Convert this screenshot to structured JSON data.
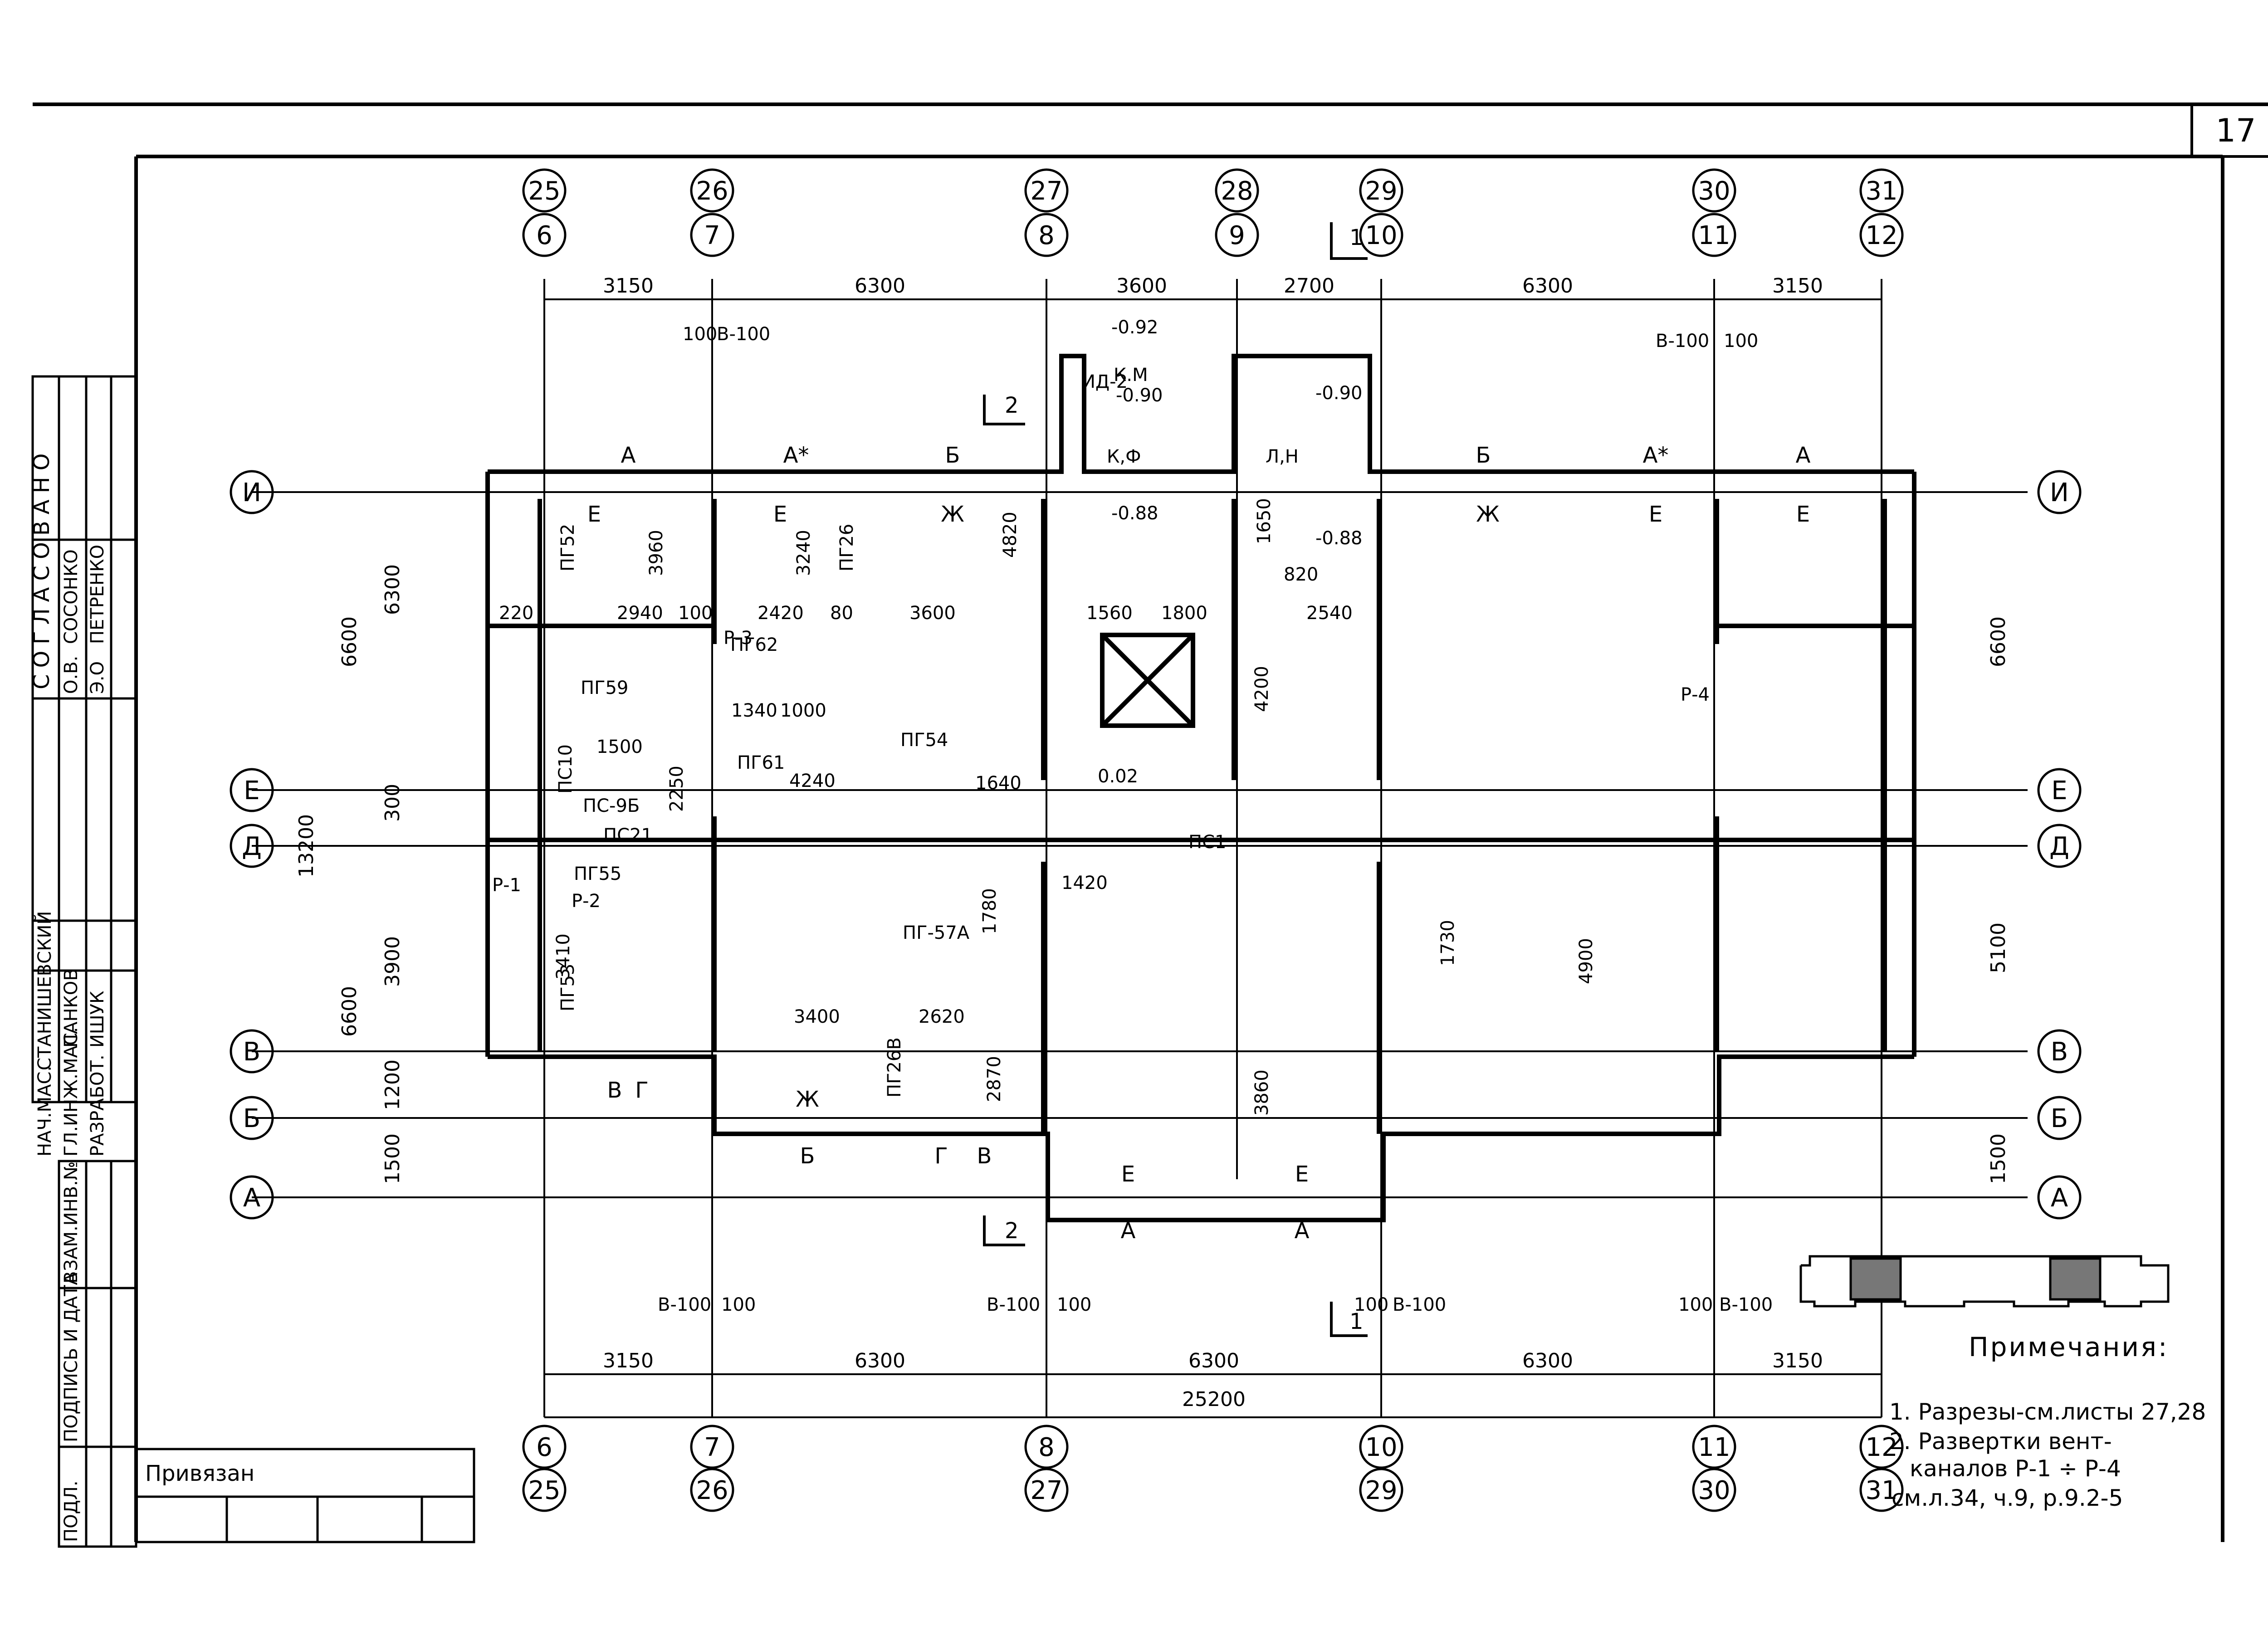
{
  "sheet_number": "17",
  "stamp_left": {
    "heading": "СОГЛАСОВАНО",
    "rows": [
      {
        "role": "О.В.",
        "name": "СОСОНКО"
      },
      {
        "role": "Э.О",
        "name": "ПЕТРЕНКО"
      }
    ]
  },
  "title_block_left": {
    "roles": [
      "НАЧ.МАС.",
      "ГЛ.ИНЖ.МАС.",
      "РАЗРАБОТ."
    ],
    "names": [
      "СТАНИШЕВСКИЙ",
      "ПАНКОВ",
      "ИШУК"
    ],
    "inv_labels": [
      "ВЗАМ.ИНВ.№",
      "ПОДПИСЬ И ДАТА",
      "ПОДЛ."
    ]
  },
  "bound_label": "Привязан",
  "top_axes": [
    {
      "a": "25",
      "b": "6"
    },
    {
      "a": "26",
      "b": "7"
    },
    {
      "a": "27",
      "b": "8"
    },
    {
      "a": "28",
      "b": "9"
    },
    {
      "a": "29",
      "b": "10"
    },
    {
      "a": "30",
      "b": "11"
    },
    {
      "a": "31",
      "b": "12"
    }
  ],
  "bottom_axes": [
    {
      "a": "6",
      "b": "25"
    },
    {
      "a": "7",
      "b": "26"
    },
    {
      "a": "8",
      "b": "27"
    },
    {
      "a": "10",
      "b": "29"
    },
    {
      "a": "11",
      "b": "30"
    },
    {
      "a": "12",
      "b": "31"
    }
  ],
  "row_axes": [
    "И",
    "Е",
    "Д",
    "В",
    "Б",
    "А"
  ],
  "top_dims": [
    "3150",
    "6300",
    "3600",
    "2700",
    "6300",
    "3150"
  ],
  "bottom_dims": [
    "3150",
    "6300",
    "6300",
    "6300",
    "3150"
  ],
  "overall_dim": "25200",
  "left_dims": [
    "6600",
    "6300",
    "300",
    "3900",
    "6600",
    "13200",
    "1200",
    "1500"
  ],
  "right_dims": [
    "6600",
    "5100",
    "1500"
  ],
  "wall_offsets": [
    "В-100",
    "100"
  ],
  "section_marks": [
    "1",
    "2"
  ],
  "levels": [
    "-0.92",
    "-0.90",
    "-0.90",
    "-0.88",
    "-0.88",
    "0.02"
  ],
  "window_marks": [
    "А",
    "А*",
    "Б",
    "Б",
    "А*",
    "А",
    "Ж",
    "Е",
    "Е",
    "Е",
    "Е",
    "Ж",
    "В",
    "Г",
    "Б",
    "Г",
    "В",
    "Ж",
    "Е",
    "Е",
    "А",
    "А"
  ],
  "panel_marks": [
    "ПГ52",
    "ПГ26",
    "ПГ59",
    "ПГ62",
    "ПГ54",
    "ПГ61",
    "ПГ55",
    "ПГ53",
    "ПС21",
    "ПС10",
    "ПС-9Б",
    "ПС1",
    "ПГ-57А",
    "ПГ26В",
    "Р-1",
    "Р-2",
    "Р-3",
    "Р-4",
    "ИД-2",
    "К.М",
    "К,Ф",
    "Л,Н"
  ],
  "room_dims": [
    "220",
    "2940",
    "100",
    "2420",
    "80",
    "3600",
    "1560",
    "1800",
    "4820",
    "3240",
    "3960",
    "4200",
    "2540",
    "1500",
    "1640",
    "4240",
    "1420",
    "2620",
    "3400",
    "2870",
    "3860",
    "1780",
    "4900",
    "1730",
    "3410",
    "2250",
    "1340",
    "1000",
    "820",
    "1650"
  ],
  "notes": {
    "title": "Примечания:",
    "items": [
      "1. Разрезы-см.листы 27,28",
      "2. Развертки вент-",
      "каналов Р-1 ÷ Р-4",
      "см.л.34, ч.9, р.9.2-5"
    ]
  }
}
